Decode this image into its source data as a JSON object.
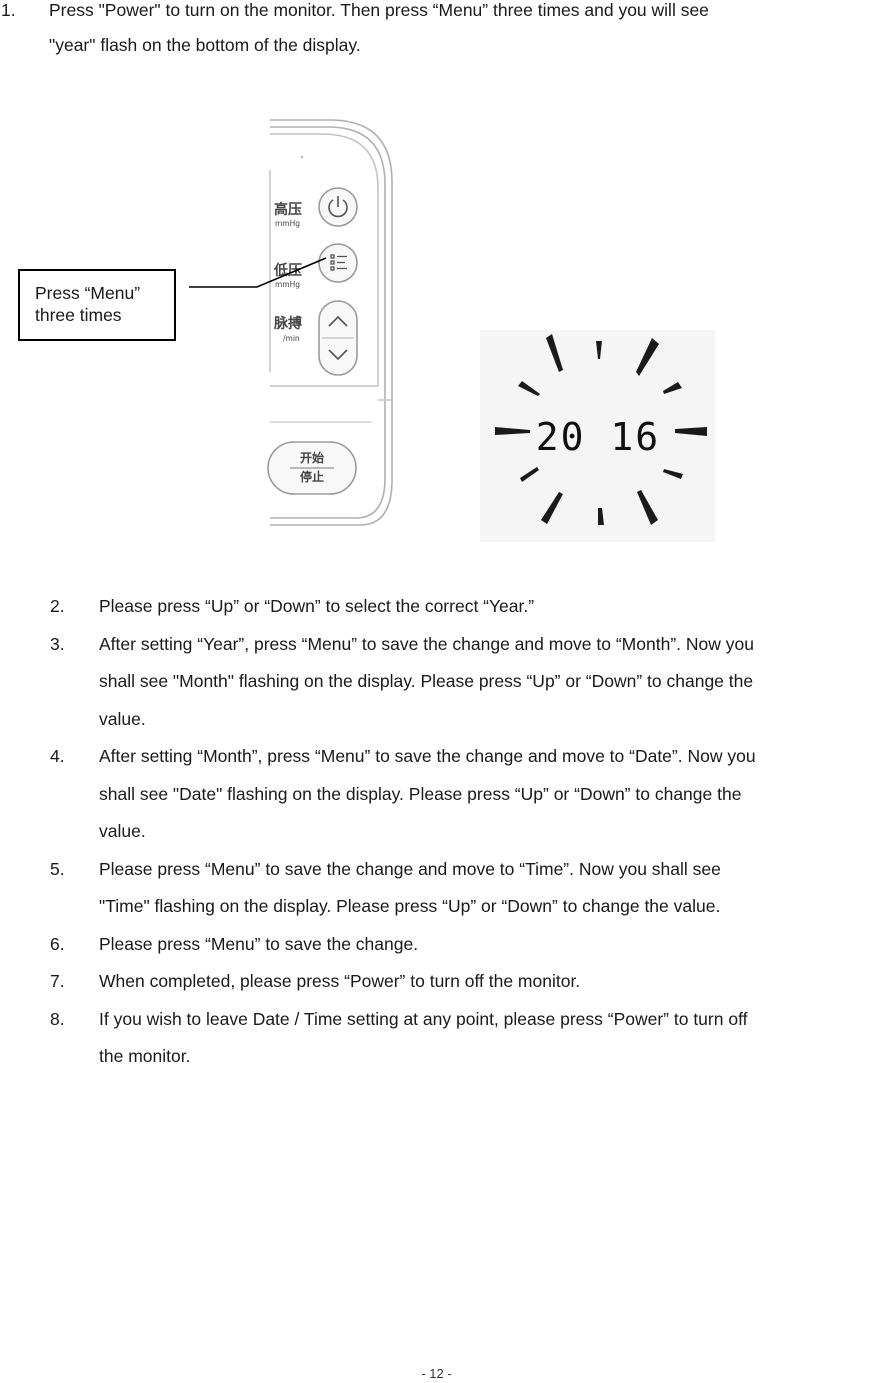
{
  "step1": {
    "number": "1.",
    "line1": "Press \"Power\" to  turn on the monitor. Then press “Menu” three times and you will see",
    "line2": "\"year\" flash on the bottom of the display."
  },
  "figure": {
    "callout_line1": "Press “Menu”",
    "callout_line2": "three times",
    "labels": {
      "systolic": "高压",
      "diastolic": "低压",
      "pulse": "脉搏",
      "unit_mmhg": "mmHg",
      "unit_min": "/min",
      "start_top": "开始",
      "start_bottom": "停止"
    },
    "display_value": "20 16",
    "icons": [
      "power-icon",
      "menu-icon",
      "up-arrow-icon",
      "down-arrow-icon"
    ]
  },
  "steps": [
    {
      "number": "2.",
      "lines": [
        "Please press “Up” or “Down” to select the correct “Year.”"
      ]
    },
    {
      "number": "3.",
      "lines": [
        "After setting “Year”, press “Menu” to save the change and move to “Month”. Now you",
        "shall see \"Month\" flashing on the display. Please press “Up” or “Down” to change the",
        "value."
      ]
    },
    {
      "number": "4.",
      "lines": [
        "After setting “Month”, press “Menu” to save the change and move to “Date”. Now you",
        "shall see \"Date\" flashing on the display. Please press “Up” or “Down” to change the",
        "value."
      ]
    },
    {
      "number": "5.",
      "lines": [
        "Please press “Menu” to save the change and move to “Time”. Now you shall see",
        "\"Time\" flashing on the display. Please press “Up” or “Down” to change the value."
      ]
    },
    {
      "number": "6.",
      "lines": [
        "Please press “Menu” to save the change."
      ]
    },
    {
      "number": "7.",
      "lines": [
        "When completed, please press “Power” to turn off the monitor."
      ]
    },
    {
      "number": "8.",
      "lines": [
        "If you wish to leave Date / Time setting at any point, please press “Power” to turn off",
        "the monitor."
      ]
    }
  ],
  "page_number": "- 12 -"
}
